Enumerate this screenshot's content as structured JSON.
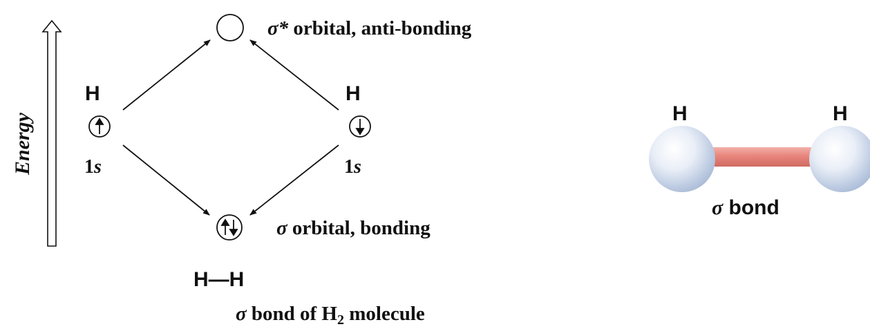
{
  "energy_axis": {
    "label": "Energy"
  },
  "orbitals": {
    "antibonding": {
      "symbol": "σ*",
      "label": " orbital, anti-bonding"
    },
    "bonding": {
      "symbol": "σ",
      "label": " orbital, bonding"
    },
    "left_atomic": {
      "atom": "H",
      "orbital_number": "1",
      "orbital_letter": "s"
    },
    "right_atomic": {
      "atom": "H",
      "orbital_number": "1",
      "orbital_letter": "s"
    }
  },
  "molecule": {
    "formula": "H—H",
    "caption_sigma": "σ",
    "caption_mid": " bond of H",
    "caption_sub": "2",
    "caption_end": " molecule"
  },
  "model": {
    "left_atom": "H",
    "right_atom": "H",
    "bond_sigma": "σ",
    "bond_label": " bond",
    "atom_color": "#dfe6f2",
    "bond_color": "#e8857c"
  }
}
